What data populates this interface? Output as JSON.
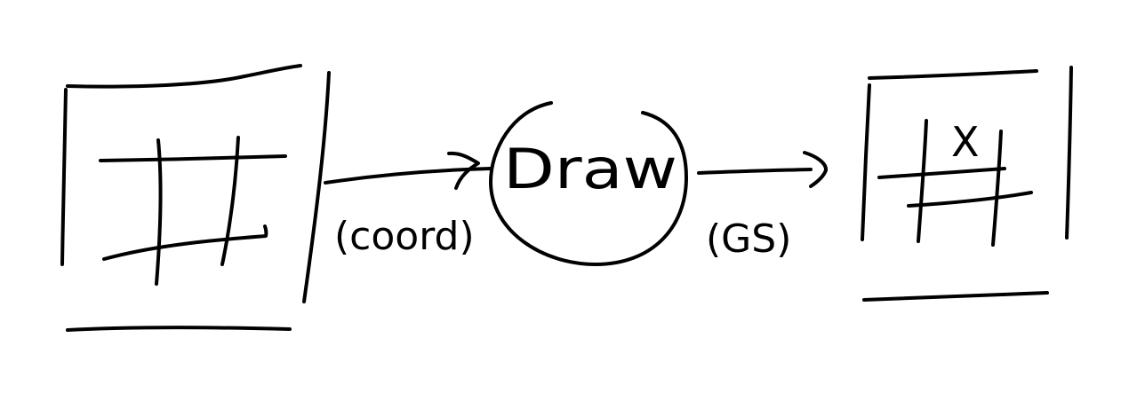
{
  "colors": {
    "ink": "#000000",
    "background": "#ffffff"
  },
  "left_board": {
    "cells": [
      "",
      "",
      "",
      "",
      "",
      "",
      "",
      "",
      ""
    ]
  },
  "input_label": "(coord)",
  "process_label": "Draw",
  "output_label": "(GS)",
  "right_board": {
    "mark": "X"
  }
}
